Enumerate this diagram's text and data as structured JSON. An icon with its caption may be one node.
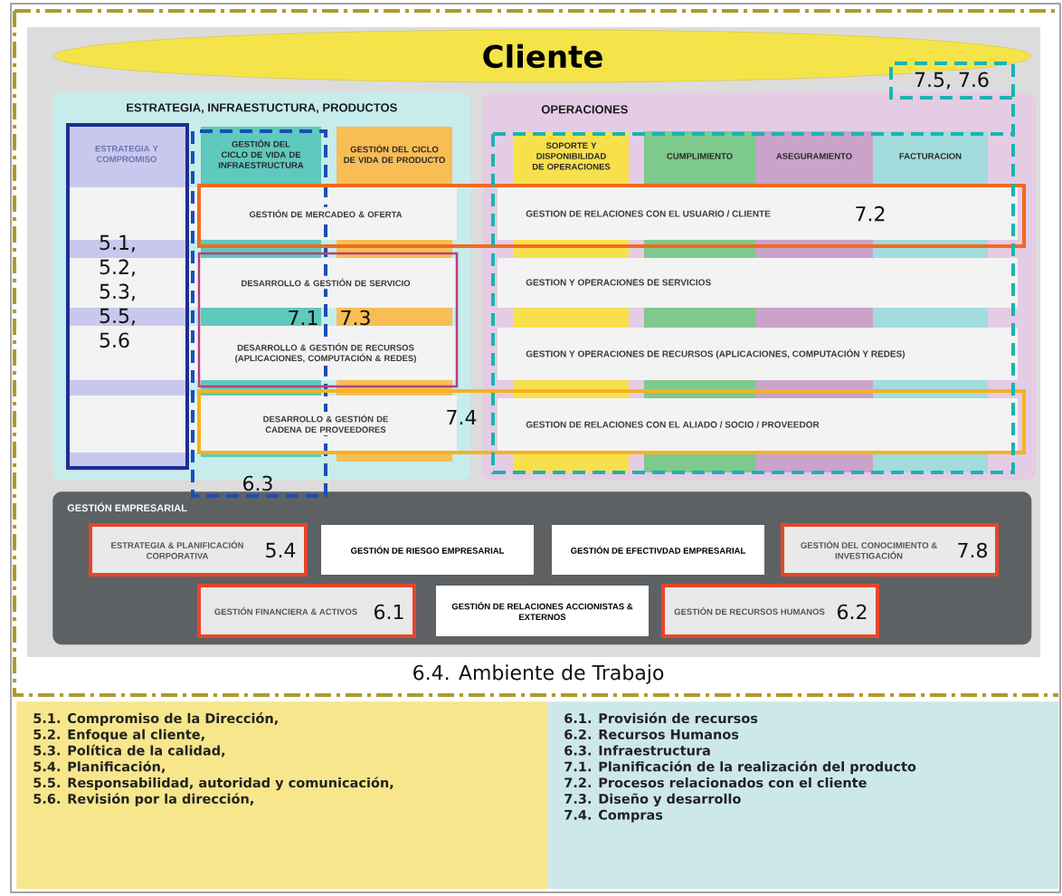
{
  "diagram": {
    "nodes": [
      {
        "text": [
          "Cliente"
        ]
      },
      {
        "text": [
          "ESTRATEGIA, INFRAESTUCTURA, PRODUCTOS"
        ]
      },
      {
        "text": [
          "ESTRATEGIA Y COMPROMISO"
        ],
        "in": 1
      },
      {
        "text": [
          "GESTIÓN DEL CICLO DE VIDA DE INFRAESTRUCTURA"
        ],
        "in": 1
      },
      {
        "text": [
          "GESTIÓN DEL CICLO DE VIDA DE PRODUCTO"
        ],
        "in": 1
      },
      {
        "text": [
          "GESTIÓN DE MERCADEO & OFERTA"
        ],
        "in": 1
      },
      {
        "text": [
          "DESARROLLO & GESTIÓN DE SERVICIO"
        ],
        "in": 1
      },
      {
        "text": [
          "DESARROLLO & GESTIÓN DE RECURSOS (APLICACIONES, COMPUTACIÓN & REDES)"
        ],
        "in": 1
      },
      {
        "text": [
          "DESARROLLO & GESTIÓN DE CADENA DE PROVEEDORES"
        ],
        "in": 1
      },
      {
        "text": [
          "OPERACIONES"
        ]
      },
      {
        "text": [
          "SOPORTE Y DISPONIBILIDAD DE OPERACIONES"
        ],
        "in": 9
      },
      {
        "text": [
          "CUMPLIMIENTO"
        ],
        "in": 9
      },
      {
        "text": [
          "ASEGURAMIENTO"
        ],
        "in": 9
      },
      {
        "text": [
          "FACTURACION"
        ],
        "in": 9
      },
      {
        "text": [
          "GESTION DE RELACIONES CON EL USUARIO / CLIENTE"
        ],
        "in": 9
      },
      {
        "text": [
          "GESTION Y OPERACIONES DE SERVICIOS"
        ],
        "in": 9
      },
      {
        "text": [
          "GESTION Y OPERACIONES DE RECURSOS (APLICACIONES, COMPUTACIÓN Y REDES)"
        ],
        "in": 9
      },
      {
        "text": [
          "GESTION DE RELACIONES CON EL ALIADO / SOCIO / PROVEEDOR"
        ],
        "in": 9
      },
      {
        "text": [
          "GESTIÓN EMPRESARIAL"
        ]
      },
      {
        "text": [
          "ESTRATEGIA & PLANIFICACIÓN CORPORATIVA"
        ],
        "in": 18
      },
      {
        "text": [
          "GESTIÓN DE RIESGO EMPRESARIAL"
        ],
        "in": 18
      },
      {
        "text": [
          "GESTIÓN DE EFECTIVDAD EMPRESARIAL"
        ],
        "in": 18
      },
      {
        "text": [
          "GESTIÓN DEL CONOCIMIENTO & INVESTIGACIÓN"
        ],
        "in": 18
      },
      {
        "text": [
          "GESTIÓN FINANCIERA & ACTIVOS"
        ],
        "in": 18
      },
      {
        "text": [
          "GESTIÓN DE RELACIONES ACCIONISTAS & EXTERNOS"
        ],
        "in": 18
      },
      {
        "text": [
          "GESTIÓN DE RECURSOS HUMANOS"
        ],
        "in": 18
      },
      {
        "text": [
          "5.1. Compromiso de la Dirección,",
          "5.2. Enfoque al cliente,",
          "5.3. Política de la calidad,",
          "5.4. Planificación,",
          "5.5. Responsabilidad, autoridad y comunicación,",
          "5.6. Revisión por la dirección,"
        ]
      },
      {
        "text": [
          "6.1. Provisión de recursos",
          "6.2. Recursos Humanos",
          "6.3. Infraestructura",
          "7.1. Planificación de la realización del producto",
          "7.2. Procesos relacionados con el cliente",
          "7.3. Diseño y desarrollo",
          "7.4. Compras"
        ]
      }
    ],
    "labels": [
      "7.5, 7.6",
      "7.2",
      "5.1, 5.2, 5.3, 5.5, 5.6",
      "7.1",
      "7.3",
      "7.4",
      "6.3",
      "5.4",
      "7.8",
      "6.1",
      "6.2",
      "6.4. Ambiente de Trabajo"
    ]
  }
}
